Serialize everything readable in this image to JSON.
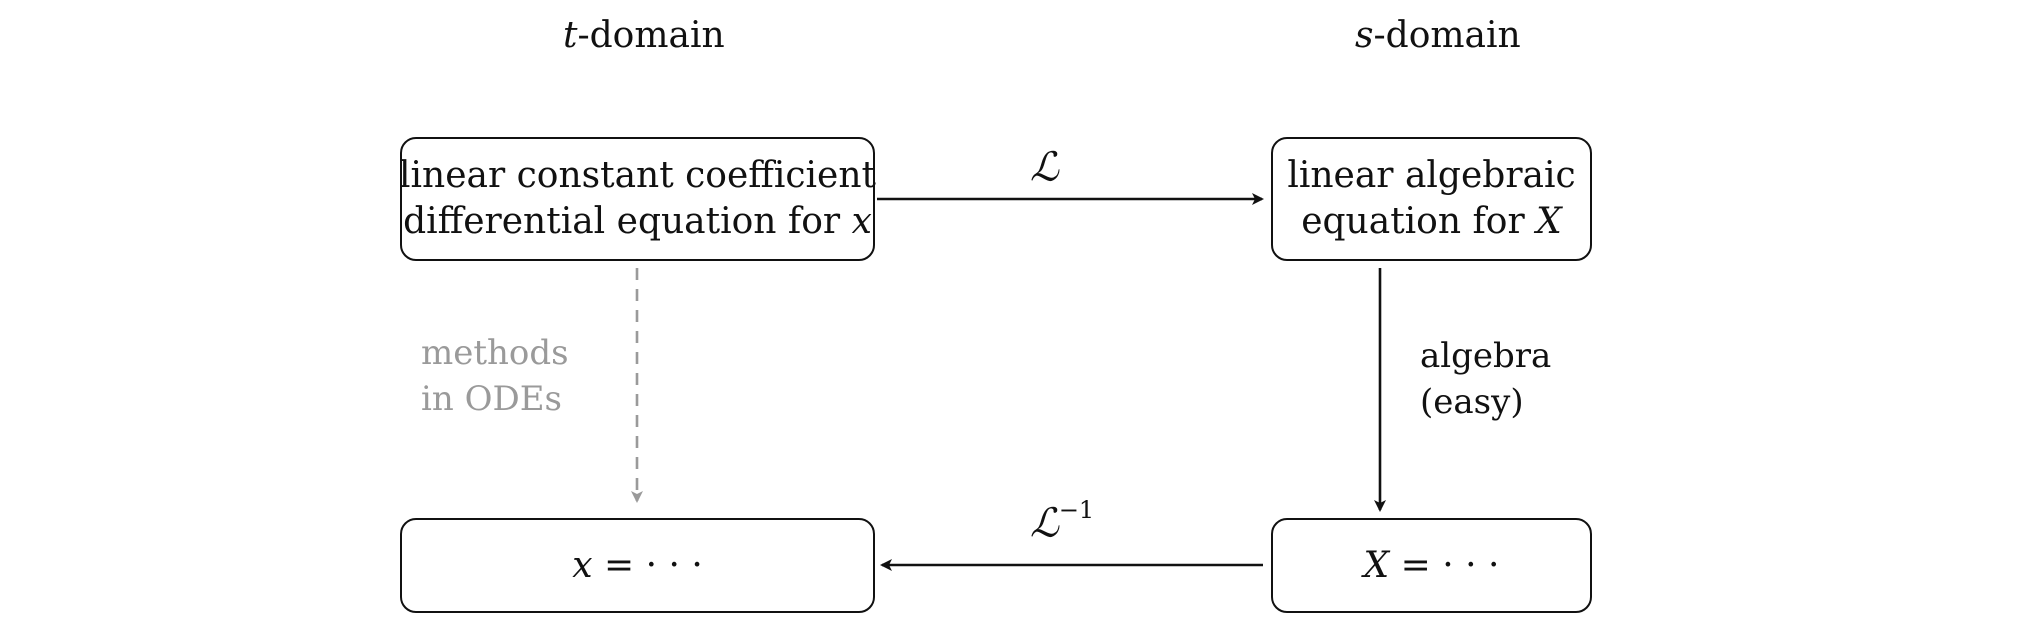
{
  "headings": {
    "t_domain": {
      "var": "t",
      "text": "-domain"
    },
    "s_domain": {
      "var": "s",
      "text": "-domain"
    }
  },
  "boxes": {
    "ode": {
      "line1": "linear constant coefficient",
      "line2_text": "differential equation for ",
      "line2_var": "x"
    },
    "algebraic": {
      "line1": "linear algebraic",
      "line2_text": "equation for ",
      "line2_var": "X"
    },
    "x_solution": {
      "var": "x",
      "rest": " = · · ·"
    },
    "X_solution": {
      "var": "X",
      "rest": " = · · ·"
    }
  },
  "edges": {
    "laplace": {
      "symbol": "ℒ",
      "superscript": ""
    },
    "inverse_laplace": {
      "symbol": "ℒ",
      "superscript": "−1"
    },
    "algebra": {
      "line1": "algebra",
      "line2": "(easy)"
    },
    "methods": {
      "line1": "methods",
      "line2": "in ODEs"
    }
  },
  "colors": {
    "ink": "#111111",
    "muted": "#9a9a9a"
  }
}
